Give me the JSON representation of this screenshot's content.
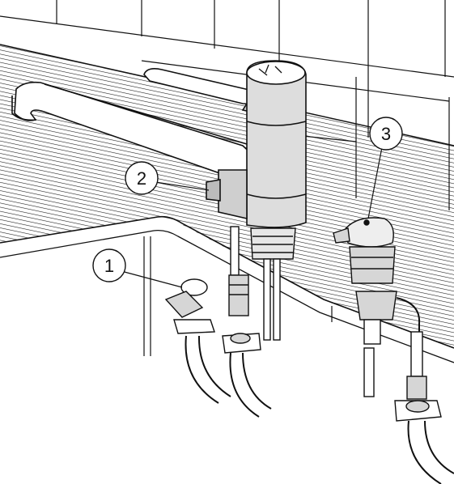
{
  "figure": {
    "callouts": [
      {
        "label": "1",
        "target": "shutoff-valve"
      },
      {
        "label": "2",
        "target": "lever-pivot-screw"
      },
      {
        "label": "3",
        "target": "side-fitting-cap"
      }
    ],
    "colors": {
      "ink": "#111111",
      "paper": "#ffffff",
      "hatch": "#222222",
      "shade": "#d9d9d9"
    }
  }
}
